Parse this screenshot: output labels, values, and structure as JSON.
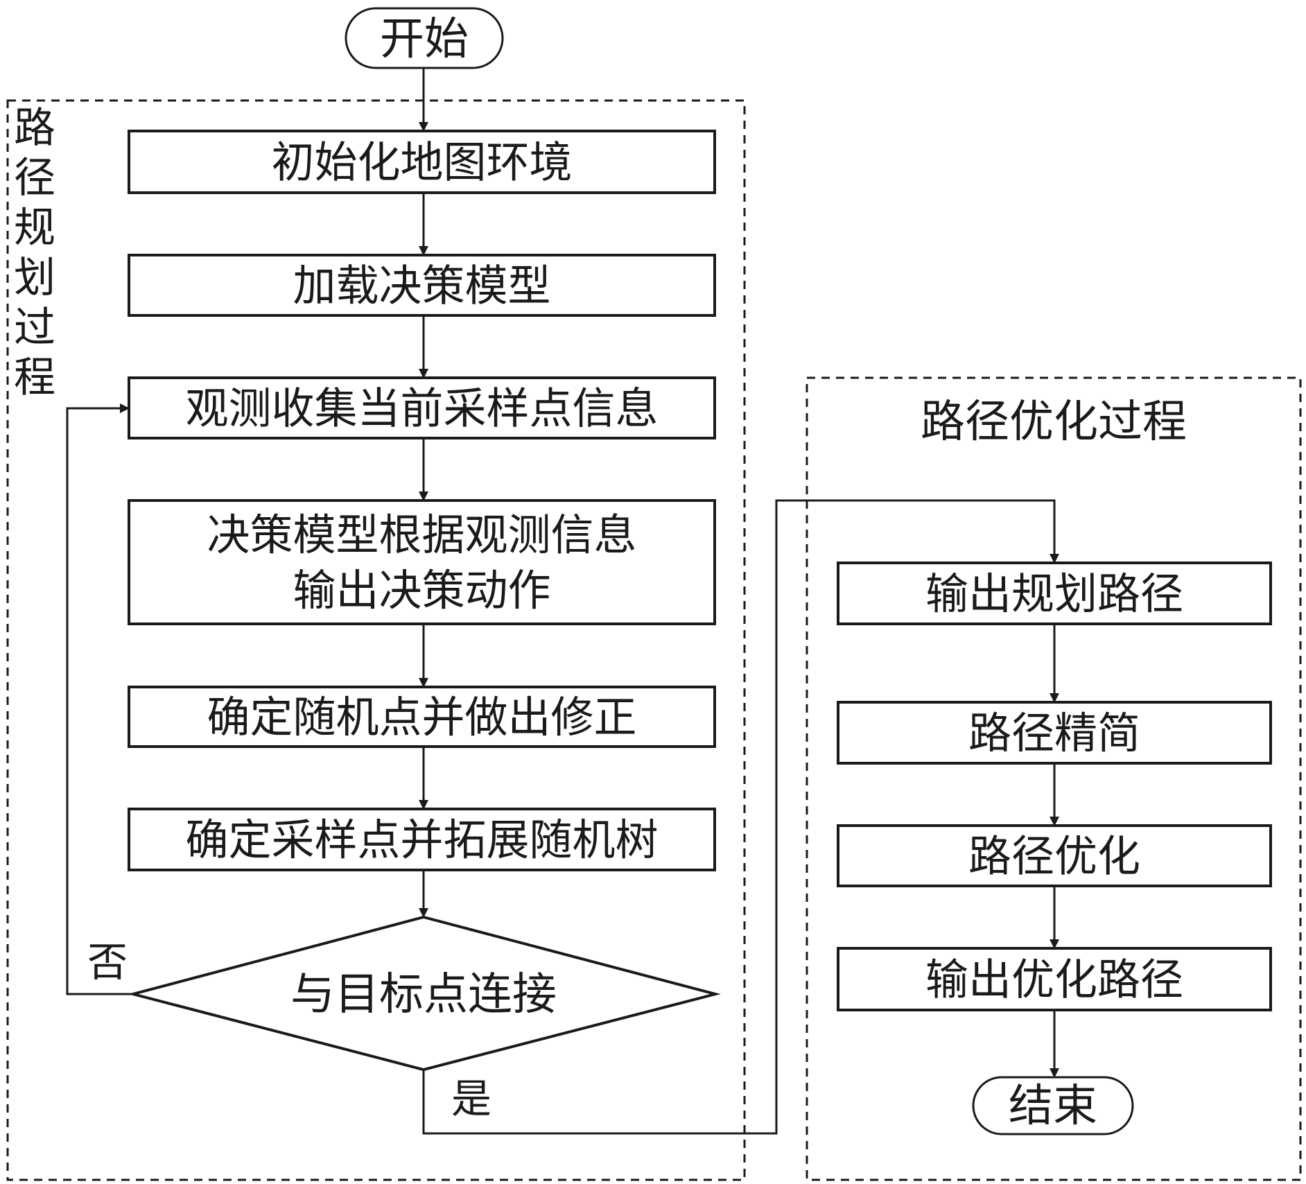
{
  "diagram": {
    "type": "flowchart",
    "start": "开始",
    "end": "结束",
    "groups": {
      "planning": {
        "title_chars": [
          "路",
          "径",
          "规",
          "划",
          "过",
          "程"
        ],
        "title": "路径规划过程",
        "steps": [
          {
            "lines": [
              "初始化地图环境"
            ]
          },
          {
            "lines": [
              "加载决策模型"
            ]
          },
          {
            "lines": [
              "观测收集当前采样点信息"
            ]
          },
          {
            "lines": [
              "决策模型根据观测信息",
              "输出决策动作"
            ]
          },
          {
            "lines": [
              "确定随机点并做出修正"
            ]
          },
          {
            "lines": [
              "确定采样点并拓展随机树"
            ]
          }
        ],
        "decision": {
          "label": "与目标点连接",
          "no_label": "否",
          "yes_label": "是"
        }
      },
      "optimization": {
        "title": "路径优化过程",
        "steps": [
          {
            "lines": [
              "输出规划路径"
            ]
          },
          {
            "lines": [
              "路径精简"
            ]
          },
          {
            "lines": [
              "路径优化"
            ]
          },
          {
            "lines": [
              "输出优化路径"
            ]
          }
        ]
      }
    },
    "colors": {
      "stroke": "#1a1a1a",
      "background": "#ffffff"
    }
  }
}
